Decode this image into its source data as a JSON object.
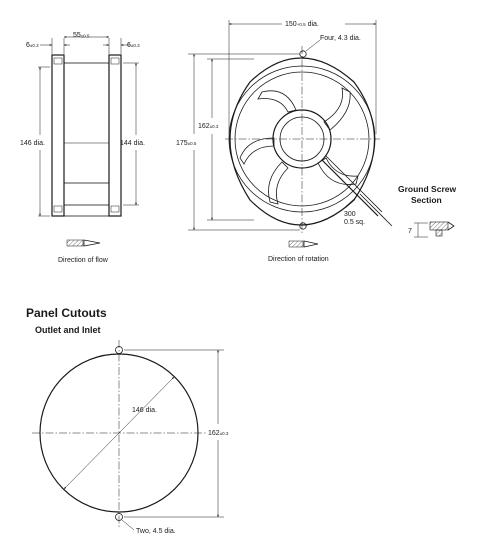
{
  "side_view": {
    "dim_top_width": "55",
    "dim_top_width_tol": "±0.5",
    "dim_left_flange": "6",
    "dim_left_flange_tol": "±0.3",
    "dim_right_flange": "6",
    "dim_right_flange_tol": "±0.3",
    "dim_outer_dia": "146 dia.",
    "dim_inner_dia": "144 dia.",
    "caption": "Direction of flow"
  },
  "front_view": {
    "dim_top_dia": "150",
    "dim_top_dia_tol": "+0.5",
    "dim_top_dia_suffix": "dia.",
    "holes_note": "Four, 4.3 dia.",
    "dim_inner_height": "162",
    "dim_inner_height_tol": "±0.3",
    "dim_outer_height": "175",
    "dim_outer_height_tol": "±0.5",
    "lead_length": "300",
    "lead_size": "0.5 sq.",
    "caption": "Direction of rotation"
  },
  "ground_screw": {
    "title_line1": "Ground Screw",
    "title_line2": "Section",
    "dim": "7"
  },
  "panel_cutouts": {
    "title": "Panel Cutouts",
    "subtitle": "Outlet and Inlet",
    "dim_circle": "146 dia.",
    "dim_height": "162",
    "dim_height_tol": "±0.3",
    "holes_note": "Two, 4.5 dia."
  }
}
